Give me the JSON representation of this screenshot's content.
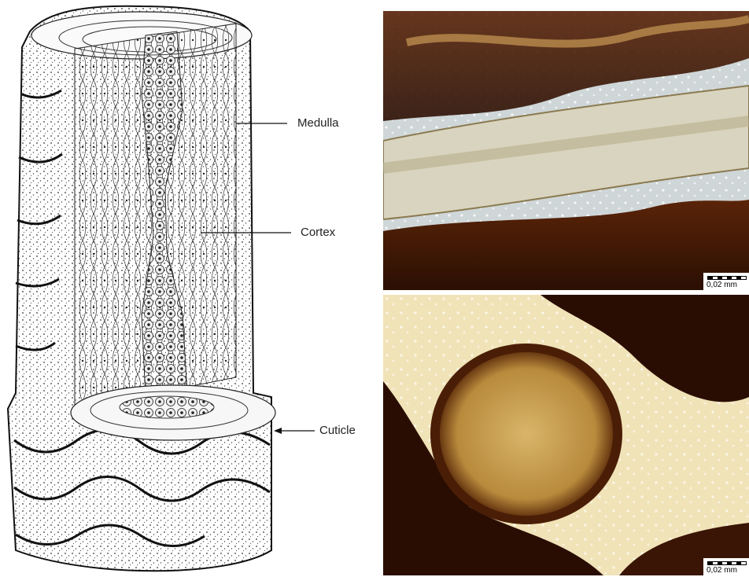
{
  "diagram": {
    "labels": {
      "medulla": "Medulla",
      "cortex": "Cortex",
      "cuticle": "Cuticle"
    }
  },
  "micrographs": [
    {
      "scale_label": "0,02 mm"
    },
    {
      "scale_label": "0,02 mm"
    }
  ]
}
